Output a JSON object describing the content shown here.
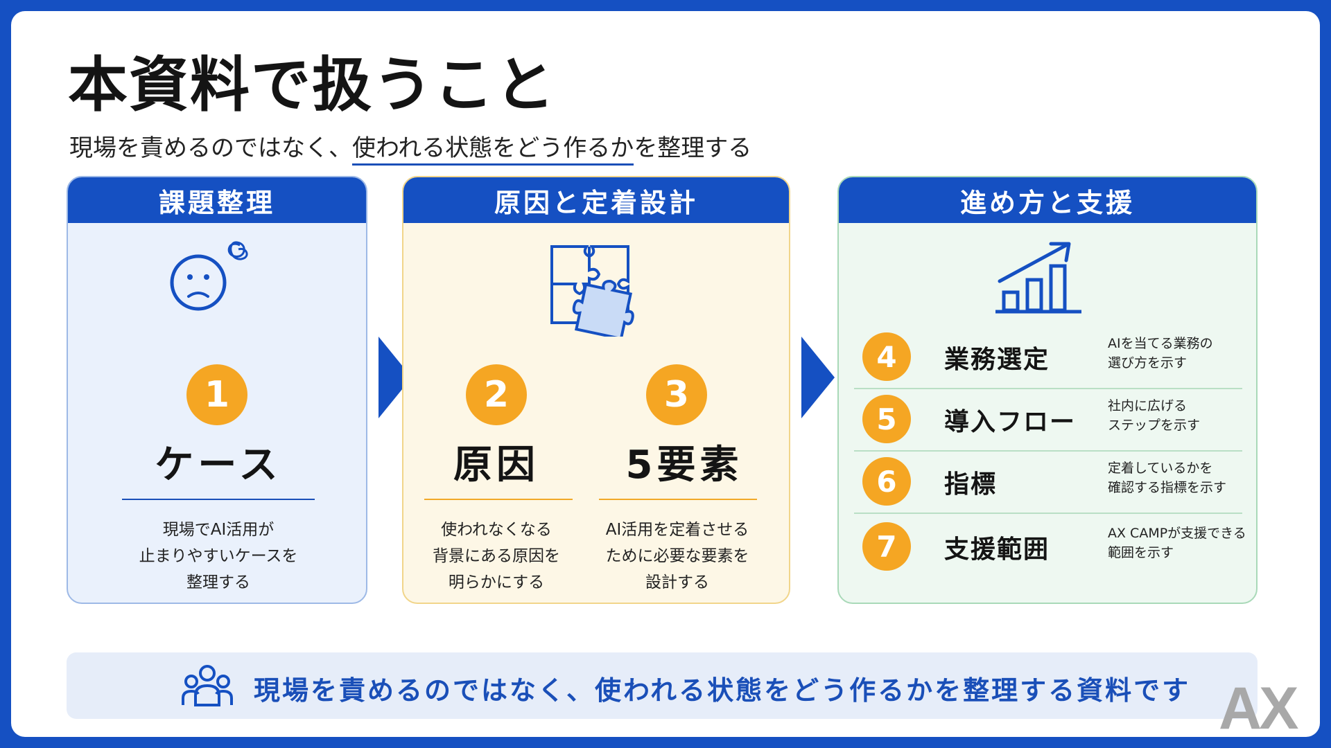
{
  "title": "本資料で扱うこと",
  "subtitle": {
    "pre": "現場を責めるのではなく、",
    "highlight": "使われる状態をどう作るか",
    "post": "を整理する"
  },
  "panels": [
    {
      "heading": "課題整理",
      "icon": "confused-face-icon",
      "items": [
        {
          "number": "1",
          "label": "ケース",
          "desc": "現場でAI活用が\n止まりやすいケースを\n整理する"
        }
      ]
    },
    {
      "heading": "原因と定着設計",
      "icon": "puzzle-icon",
      "items": [
        {
          "number": "2",
          "label": "原因",
          "desc": "使われなくなる\n背景にある原因を\n明らかにする"
        },
        {
          "number": "3",
          "label": "5要素",
          "desc": "AI活用を定着させる\nために必要な要素を\n設計する"
        }
      ]
    },
    {
      "heading": "進め方と支援",
      "icon": "growth-chart-icon",
      "steps": [
        {
          "number": "4",
          "title": "業務選定",
          "desc": "AIを当てる業務の\n選び方を示す"
        },
        {
          "number": "5",
          "title": "導入フロー",
          "desc": "社内に広げる\nステップを示す"
        },
        {
          "number": "6",
          "title": "指標",
          "desc": "定着しているかを\n確認する指標を示す"
        },
        {
          "number": "7",
          "title": "支援範囲",
          "desc": "AX CAMPが支援できる\n範囲を示す"
        }
      ]
    }
  ],
  "banner": {
    "icon": "people-group-icon",
    "text": "現場を責めるのではなく、使われる状態をどう作るかを整理する資料です"
  },
  "logo": "AX",
  "colors": {
    "frame": "#1550c2",
    "accent_orange": "#f5a623",
    "panel1_bg": "#eaf1fc",
    "panel2_bg": "#fdf7e6",
    "panel3_bg": "#eef8f1"
  }
}
